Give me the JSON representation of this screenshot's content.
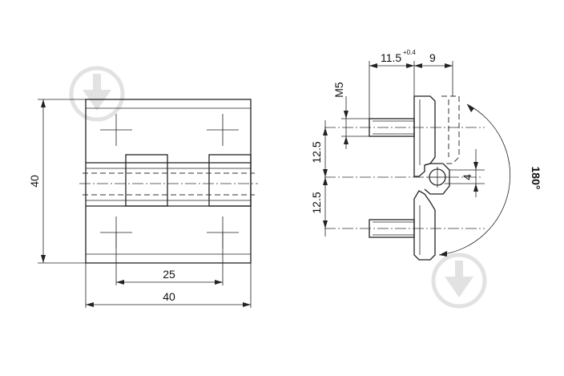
{
  "dimensions": {
    "front_height": "40",
    "front_width": "40",
    "hole_spacing": "25",
    "bolt_offset": "11.5",
    "bolt_offset_tol": "+0.4",
    "leaf_offset": "9",
    "thread": "M5",
    "pitch_upper": "12.5",
    "pitch_lower": "12.5",
    "pin_offset": "4",
    "rotation": "180°"
  },
  "icons": {
    "watermark": "download-arrow-watermark-icon"
  },
  "colors": {
    "line": "#222222",
    "watermark": "#e2e2e2"
  }
}
